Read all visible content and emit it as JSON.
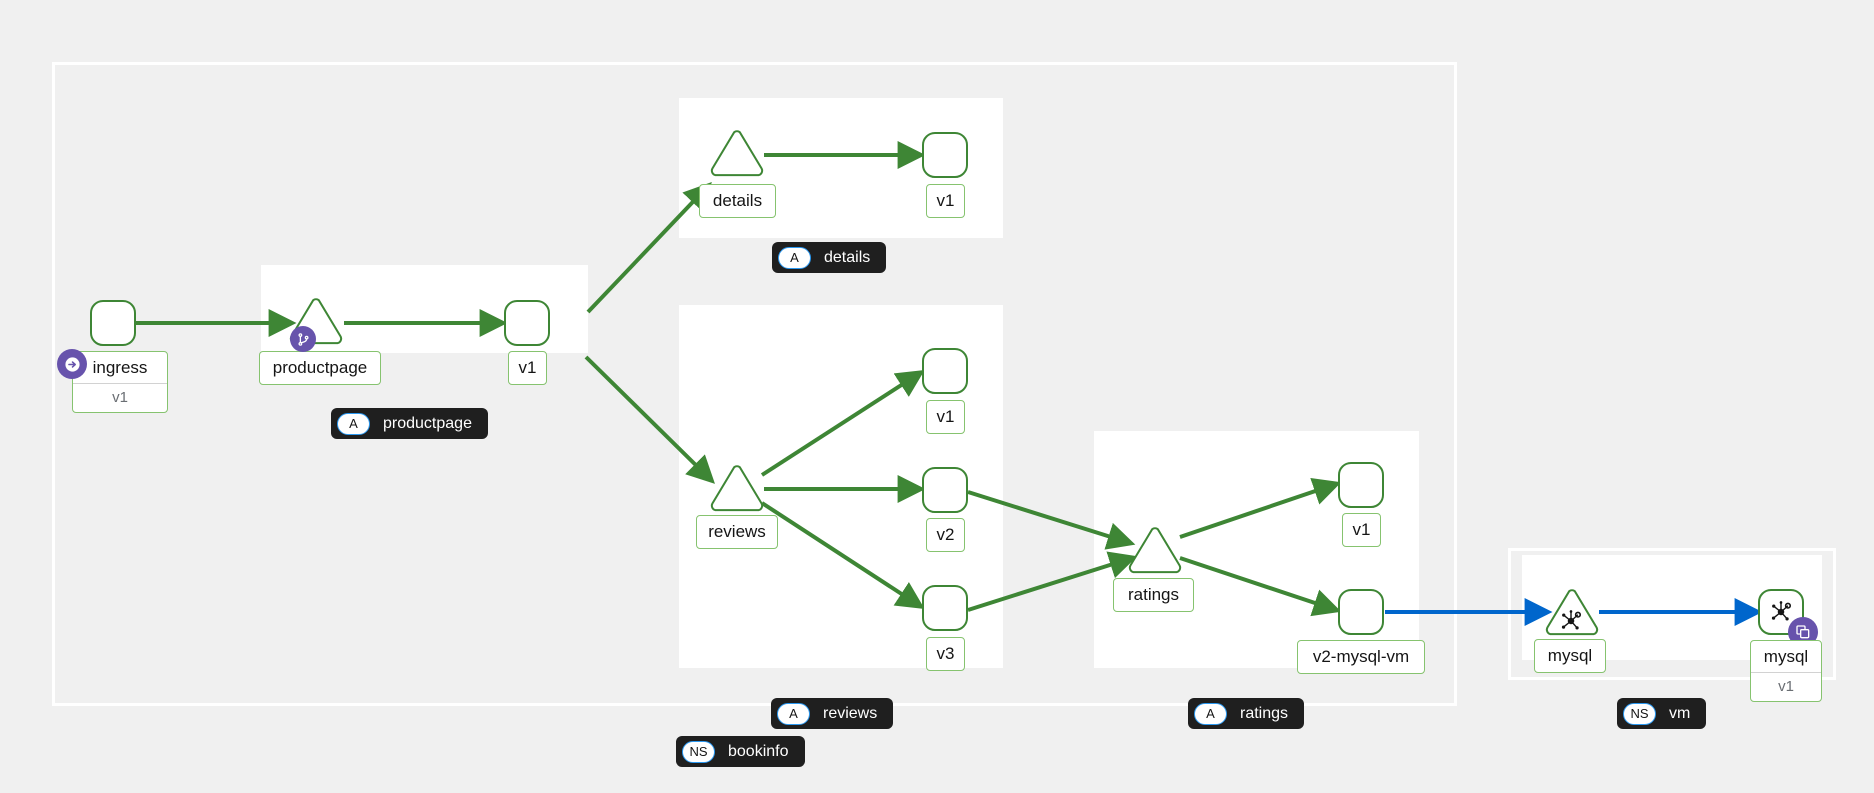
{
  "graph": {
    "title": "service-mesh-topology-graph",
    "colors": {
      "edge_healthy": "#3e8635",
      "edge_tcp": "#06c",
      "node_border": "#3e8635",
      "group_bg": "#ffffff",
      "canvas_bg": "#f0f0f0",
      "badge_purple": "#6753ac",
      "pill_bg": "#1f1f1f",
      "chip_border": "#2b9af3"
    },
    "namespaces": [
      {
        "id": "ns-bookinfo",
        "badge_type": "NS",
        "label": "bookinfo"
      },
      {
        "id": "ns-vm",
        "badge_type": "NS",
        "label": "vm"
      }
    ],
    "apps": [
      {
        "id": "app-productpage",
        "badge_type": "A",
        "label": "productpage"
      },
      {
        "id": "app-details",
        "badge_type": "A",
        "label": "details"
      },
      {
        "id": "app-reviews",
        "badge_type": "A",
        "label": "reviews"
      },
      {
        "id": "app-ratings",
        "badge_type": "A",
        "label": "ratings"
      }
    ],
    "nodes": [
      {
        "id": "n-ingress",
        "kind": "workload",
        "label": "ingress",
        "version": "v1",
        "badge": "gateway-icon"
      },
      {
        "id": "n-productpage-svc",
        "kind": "service",
        "label": "productpage",
        "badge": "virtual-service-icon"
      },
      {
        "id": "n-productpage-v1",
        "kind": "workload",
        "label": "v1"
      },
      {
        "id": "n-details-svc",
        "kind": "service",
        "label": "details"
      },
      {
        "id": "n-details-v1",
        "kind": "workload",
        "label": "v1"
      },
      {
        "id": "n-reviews-svc",
        "kind": "service",
        "label": "reviews"
      },
      {
        "id": "n-reviews-v1",
        "kind": "workload",
        "label": "v1"
      },
      {
        "id": "n-reviews-v2",
        "kind": "workload",
        "label": "v2"
      },
      {
        "id": "n-reviews-v3",
        "kind": "workload",
        "label": "v3"
      },
      {
        "id": "n-ratings-svc",
        "kind": "service",
        "label": "ratings"
      },
      {
        "id": "n-ratings-v1",
        "kind": "workload",
        "label": "v1"
      },
      {
        "id": "n-ratings-v2vm",
        "kind": "workload",
        "label": "v2-mysql-vm"
      },
      {
        "id": "n-mysql-svc",
        "kind": "service",
        "label": "mysql",
        "icon": "mesh-icon"
      },
      {
        "id": "n-mysql-se",
        "kind": "workload",
        "label": "mysql",
        "version": "v1",
        "icon": "mesh-icon",
        "badge": "service-entry-icon"
      }
    ],
    "edges": [
      {
        "from": "n-ingress",
        "to": "n-productpage-svc",
        "protocol": "http"
      },
      {
        "from": "n-productpage-svc",
        "to": "n-productpage-v1",
        "protocol": "http"
      },
      {
        "from": "n-productpage-v1",
        "to": "n-details-svc",
        "protocol": "http"
      },
      {
        "from": "n-productpage-v1",
        "to": "n-reviews-svc",
        "protocol": "http"
      },
      {
        "from": "n-details-svc",
        "to": "n-details-v1",
        "protocol": "http"
      },
      {
        "from": "n-reviews-svc",
        "to": "n-reviews-v1",
        "protocol": "http"
      },
      {
        "from": "n-reviews-svc",
        "to": "n-reviews-v2",
        "protocol": "http"
      },
      {
        "from": "n-reviews-svc",
        "to": "n-reviews-v3",
        "protocol": "http"
      },
      {
        "from": "n-reviews-v2",
        "to": "n-ratings-svc",
        "protocol": "http"
      },
      {
        "from": "n-reviews-v3",
        "to": "n-ratings-svc",
        "protocol": "http"
      },
      {
        "from": "n-ratings-svc",
        "to": "n-ratings-v1",
        "protocol": "http"
      },
      {
        "from": "n-ratings-svc",
        "to": "n-ratings-v2vm",
        "protocol": "http"
      },
      {
        "from": "n-ratings-v2vm",
        "to": "n-mysql-svc",
        "protocol": "tcp"
      },
      {
        "from": "n-mysql-svc",
        "to": "n-mysql-se",
        "protocol": "tcp"
      }
    ],
    "labels": {
      "ingress": "ingress",
      "ingress_version": "v1",
      "productpage_svc": "productpage",
      "productpage_v1": "v1",
      "details_svc": "details",
      "details_v1": "v1",
      "reviews_svc": "reviews",
      "reviews_v1": "v1",
      "reviews_v2": "v2",
      "reviews_v3": "v3",
      "ratings_svc": "ratings",
      "ratings_v1": "v1",
      "ratings_v2vm": "v2-mysql-vm",
      "mysql_svc": "mysql",
      "mysql_se": "mysql",
      "mysql_se_version": "v1"
    },
    "pills": {
      "details": {
        "chip": "A",
        "text": "details"
      },
      "productpage": {
        "chip": "A",
        "text": "productpage"
      },
      "reviews": {
        "chip": "A",
        "text": "reviews"
      },
      "ratings": {
        "chip": "A",
        "text": "ratings"
      },
      "bookinfo": {
        "chip": "NS",
        "text": "bookinfo"
      },
      "vm": {
        "chip": "NS",
        "text": "vm"
      }
    }
  }
}
